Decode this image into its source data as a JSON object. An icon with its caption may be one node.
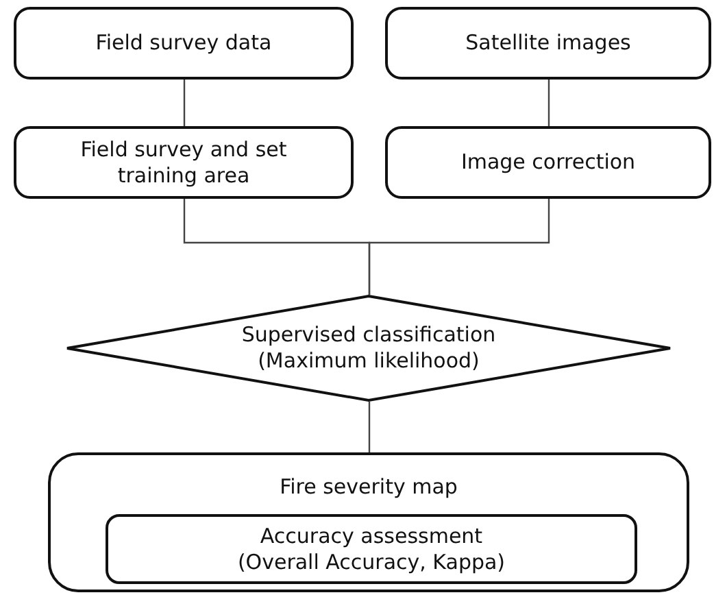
{
  "diagram": {
    "nodes": [
      {
        "text": [
          "Field survey data"
        ]
      },
      {
        "text": [
          "Satellite images"
        ]
      },
      {
        "text": [
          "Field survey and set training area"
        ]
      },
      {
        "text": [
          "Image correction"
        ]
      },
      {
        "text": [
          "Supervised classification",
          "(Maximum likelihood)"
        ]
      },
      {
        "text": [
          "Fire severity map"
        ]
      },
      {
        "text": [
          "Accuracy assessment",
          "(Overall Accuracy, Kappa)"
        ],
        "in": 5
      }
    ],
    "edges": [
      {
        "from": 0,
        "to": 2,
        "arrow": "none"
      },
      {
        "from": 1,
        "to": 3,
        "arrow": "none"
      },
      {
        "from": 2,
        "to": 4,
        "arrow": "none"
      },
      {
        "from": 3,
        "to": 4,
        "arrow": "none"
      },
      {
        "from": 4,
        "to": 5,
        "arrow": "none"
      }
    ]
  }
}
